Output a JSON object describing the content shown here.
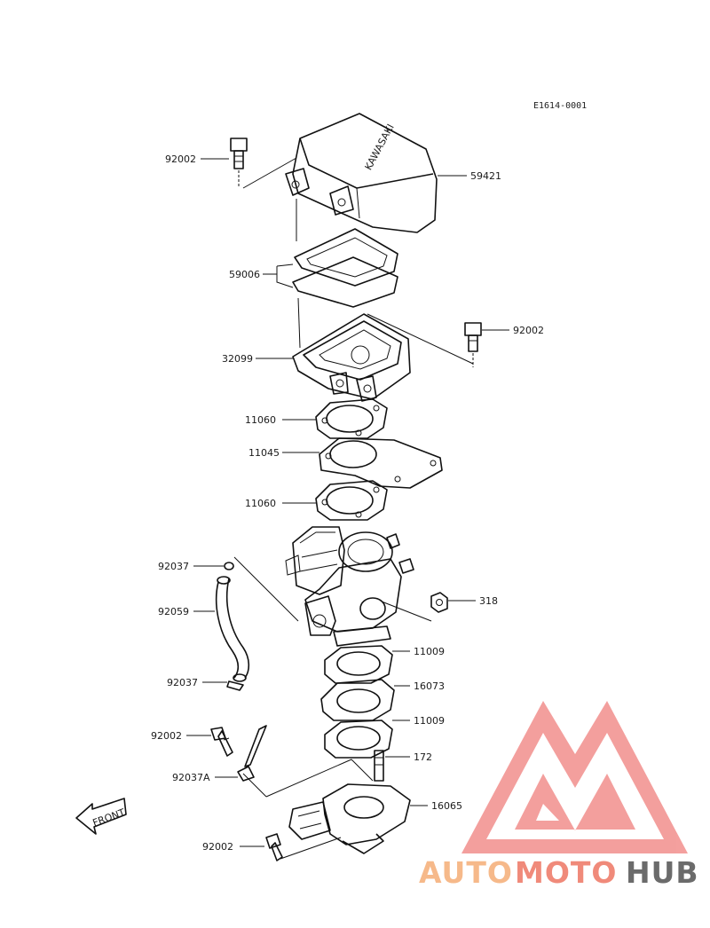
{
  "drawing_code": "E1614-0001",
  "parts": [
    {
      "id": "92002-a",
      "number": "92002"
    },
    {
      "id": "59421",
      "number": "59421"
    },
    {
      "id": "59006",
      "number": "59006"
    },
    {
      "id": "92002-b",
      "number": "92002"
    },
    {
      "id": "32099",
      "number": "32099"
    },
    {
      "id": "11060-a",
      "number": "11060"
    },
    {
      "id": "11045",
      "number": "11045"
    },
    {
      "id": "11060-b",
      "number": "11060"
    },
    {
      "id": "92037-a",
      "number": "92037"
    },
    {
      "id": "92059",
      "number": "92059"
    },
    {
      "id": "318",
      "number": "318"
    },
    {
      "id": "92037-b",
      "number": "92037"
    },
    {
      "id": "11009-a",
      "number": "11009"
    },
    {
      "id": "16073",
      "number": "16073"
    },
    {
      "id": "11009-b",
      "number": "11009"
    },
    {
      "id": "92002-c",
      "number": "92002"
    },
    {
      "id": "172",
      "number": "172"
    },
    {
      "id": "92037A",
      "number": "92037A"
    },
    {
      "id": "16065",
      "number": "16065"
    },
    {
      "id": "92002-d",
      "number": "92002"
    }
  ],
  "front_marker": "FRONT",
  "cover_brand": "KAWASAKI",
  "watermark": {
    "part1": "AUTO",
    "part2": "MOTO",
    "part3": "HUB",
    "color_light": "#f6b98a",
    "color_mid": "#f08a7a",
    "color_dark": "#6b6b6b",
    "logo_color": "#f08a86"
  }
}
